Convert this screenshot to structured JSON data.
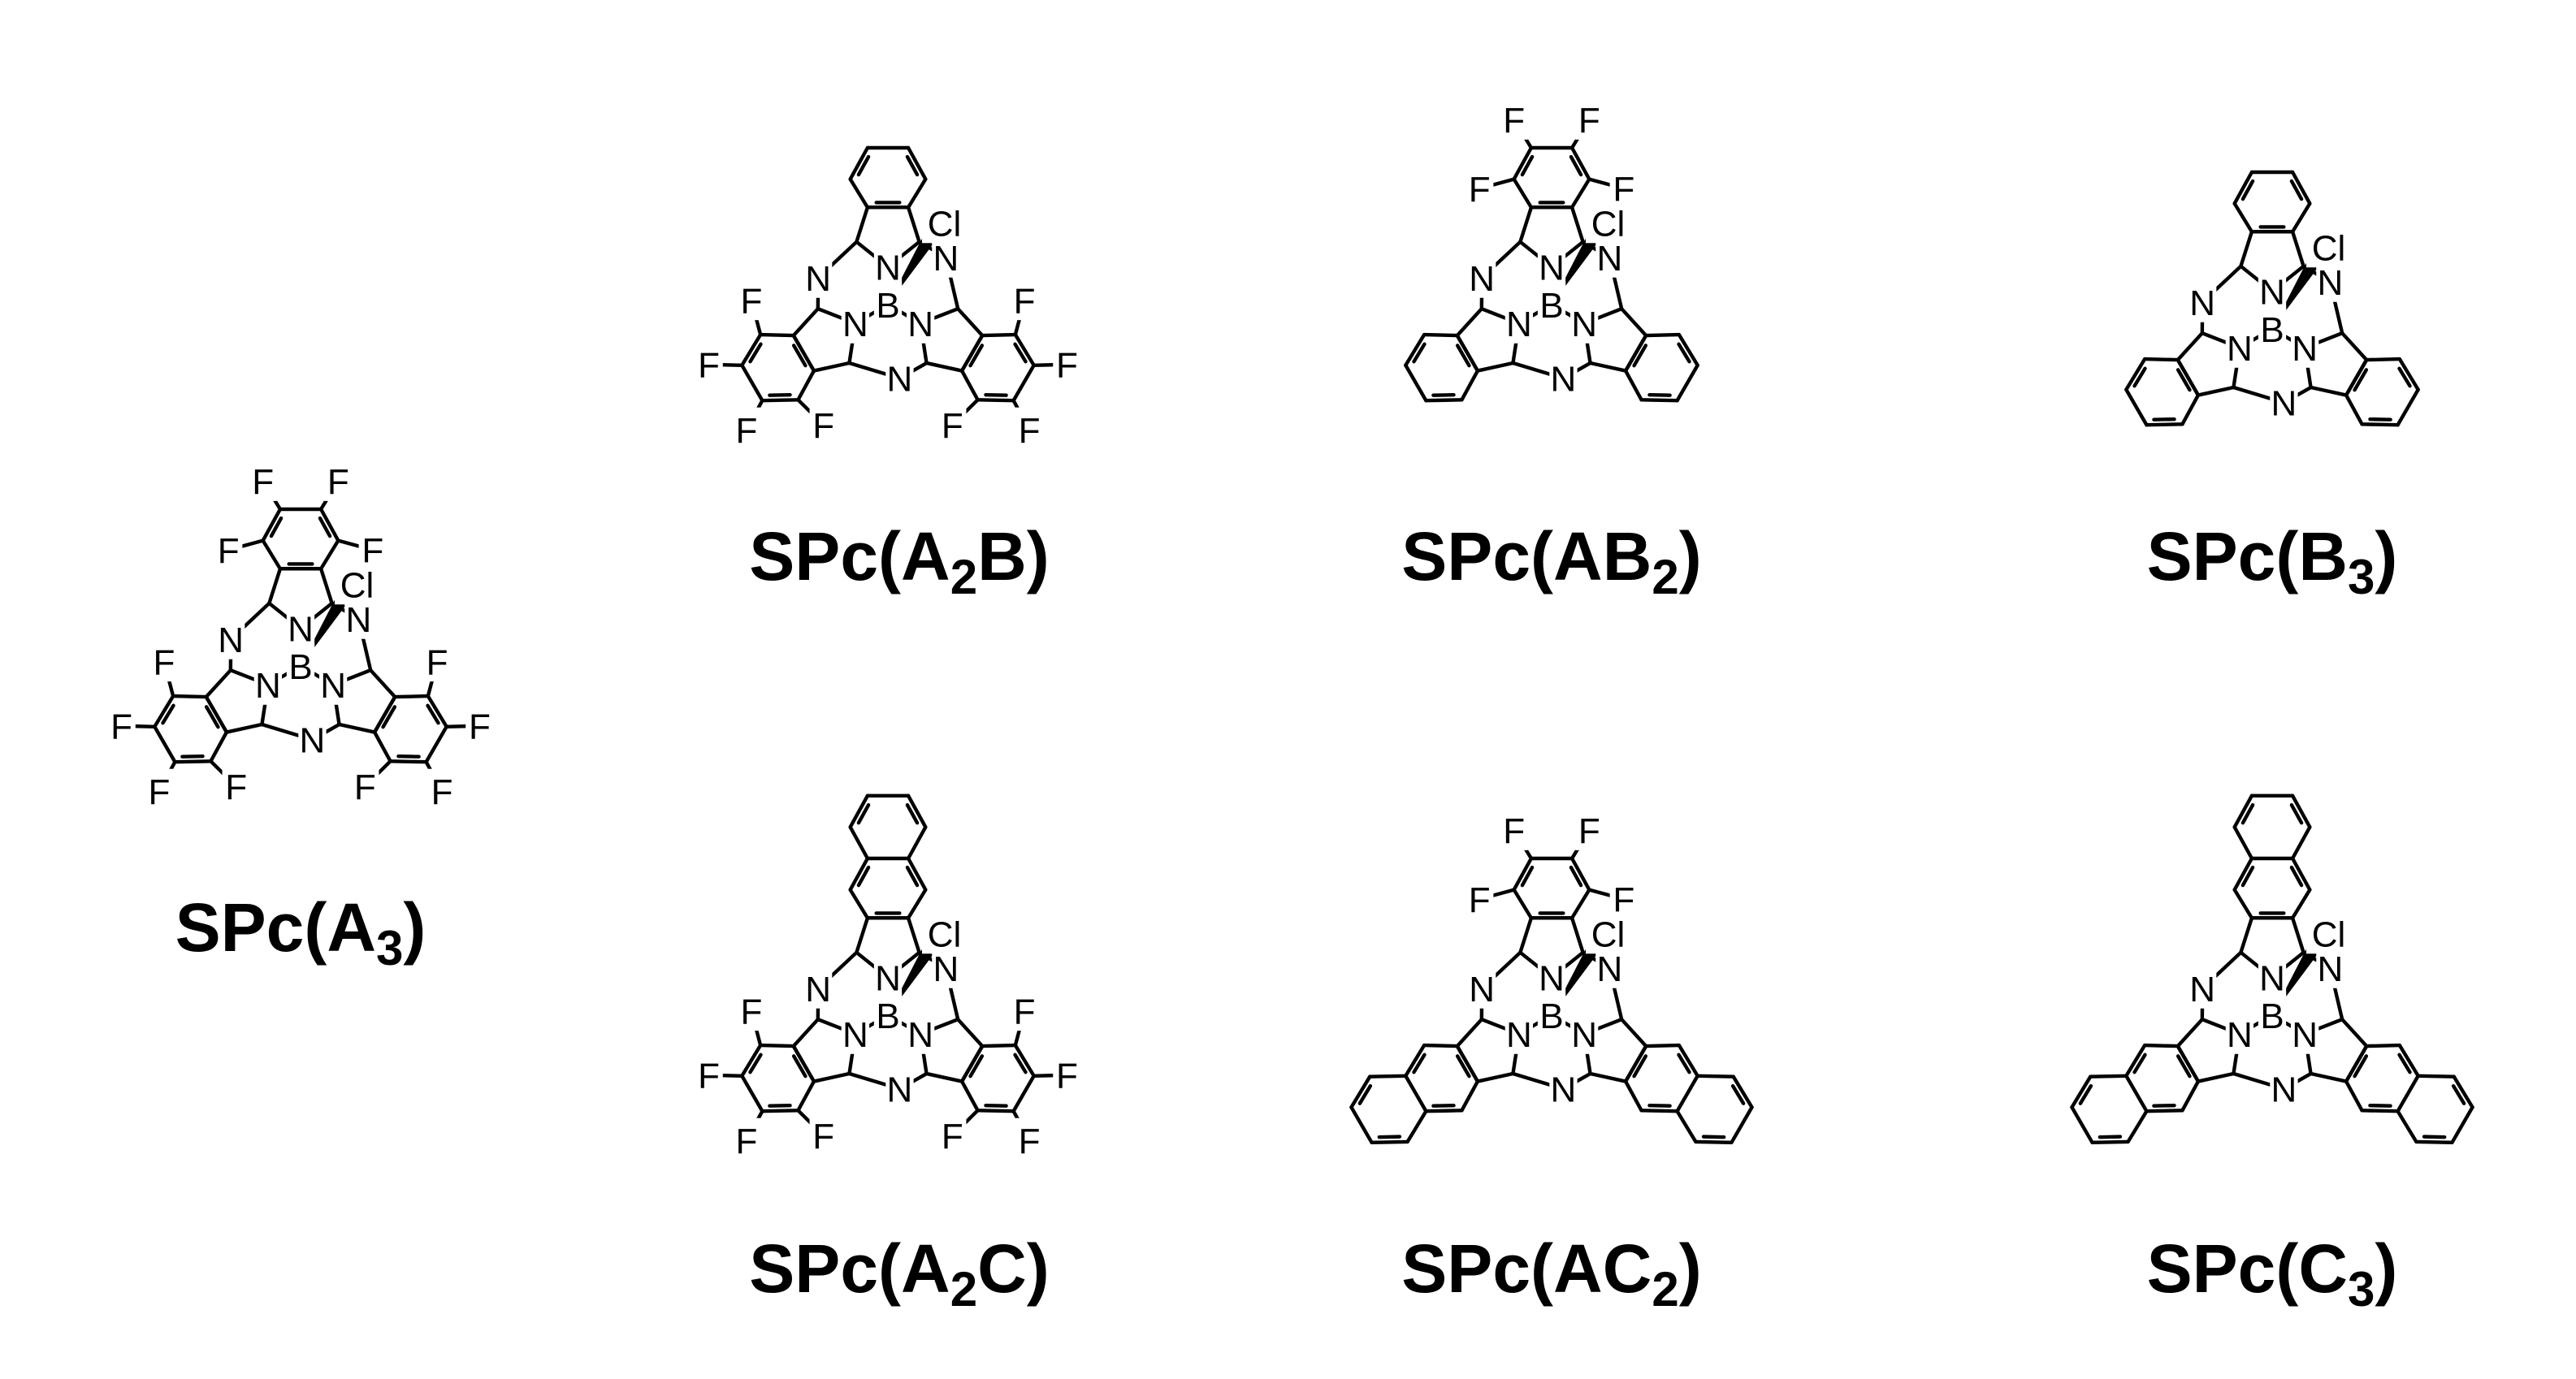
{
  "atoms": {
    "fluorine": "F",
    "nitrogen": "N",
    "boron": "B",
    "chlorine": "Cl"
  },
  "molecules": [
    {
      "id": "a3",
      "label": {
        "prefix": "SPc(",
        "parts": [
          [
            "A",
            "3"
          ]
        ],
        "suffix": ")"
      },
      "units": {
        "top": "A",
        "left": "A",
        "right": "A"
      }
    },
    {
      "id": "a2b",
      "label": {
        "prefix": "SPc(",
        "parts": [
          [
            "A",
            "2"
          ],
          [
            "B",
            ""
          ]
        ],
        "suffix": ")"
      },
      "units": {
        "top": "B",
        "left": "A",
        "right": "A"
      }
    },
    {
      "id": "ab2",
      "label": {
        "prefix": "SPc(",
        "parts": [
          [
            "A",
            ""
          ],
          [
            "B",
            "2"
          ]
        ],
        "suffix": ")"
      },
      "units": {
        "top": "A",
        "left": "B",
        "right": "B"
      }
    },
    {
      "id": "b3",
      "label": {
        "prefix": "SPc(",
        "parts": [
          [
            "B",
            "3"
          ]
        ],
        "suffix": ")"
      },
      "units": {
        "top": "B",
        "left": "B",
        "right": "B"
      }
    },
    {
      "id": "a2c",
      "label": {
        "prefix": "SPc(",
        "parts": [
          [
            "A",
            "2"
          ],
          [
            "C",
            ""
          ]
        ],
        "suffix": ")"
      },
      "units": {
        "top": "C",
        "left": "A",
        "right": "A"
      }
    },
    {
      "id": "ac2",
      "label": {
        "prefix": "SPc(",
        "parts": [
          [
            "A",
            ""
          ],
          [
            "C",
            "2"
          ]
        ],
        "suffix": ")"
      },
      "units": {
        "top": "A",
        "left": "C",
        "right": "C"
      }
    },
    {
      "id": "c3",
      "label": {
        "prefix": "SPc(",
        "parts": [
          [
            "C",
            "3"
          ]
        ],
        "suffix": ")"
      },
      "units": {
        "top": "C",
        "left": "C",
        "right": "C"
      }
    }
  ]
}
